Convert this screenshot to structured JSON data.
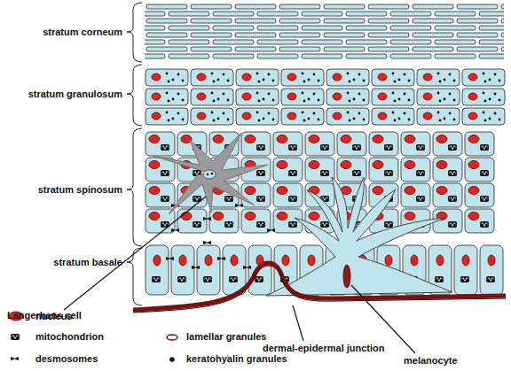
{
  "diagram": {
    "labels": [
      "stratum corneum",
      "stratum granulosum",
      "stratum spinosum",
      "stratum basale",
      "Langerhans cell",
      "dermal-epidermal junction",
      "melanocyte"
    ],
    "legend": [
      {
        "text": "nucleus"
      },
      {
        "text": "mitochondrion"
      },
      {
        "text": "desmosomes"
      },
      {
        "text": "lamellar granules"
      },
      {
        "text": "keratohyalin granules"
      }
    ]
  }
}
